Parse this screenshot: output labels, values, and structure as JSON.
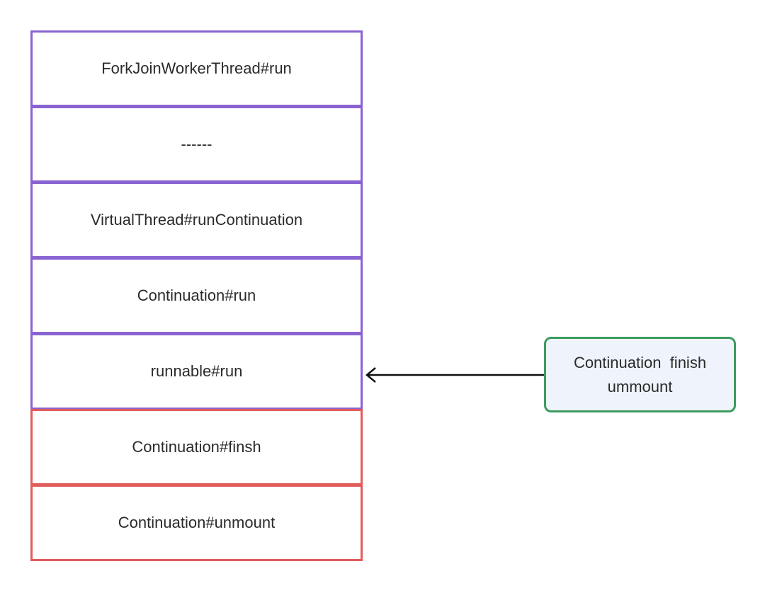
{
  "frames": [
    {
      "label": "ForkJoinWorkerThread#run",
      "color": "#8a63d2"
    },
    {
      "label": "------",
      "color": "#8a63d2"
    },
    {
      "label": "VirtualThread#runContinuation",
      "color": "#8a63d2"
    },
    {
      "label": "Continuation#run",
      "color": "#8a63d2"
    },
    {
      "label": "runnable#run",
      "color": "#8a63d2"
    },
    {
      "label": "Continuation#finsh",
      "color": "#e25c5c"
    },
    {
      "label": "Continuation#unmount",
      "color": "#e25c5c"
    }
  ],
  "note": {
    "line1": "Continuation  finish",
    "line2": "ummount",
    "border_color": "#3c9b5f",
    "fill_color": "#eef3fc"
  },
  "arrow": {
    "icon": "arrow-left-icon",
    "color": "#111111"
  }
}
